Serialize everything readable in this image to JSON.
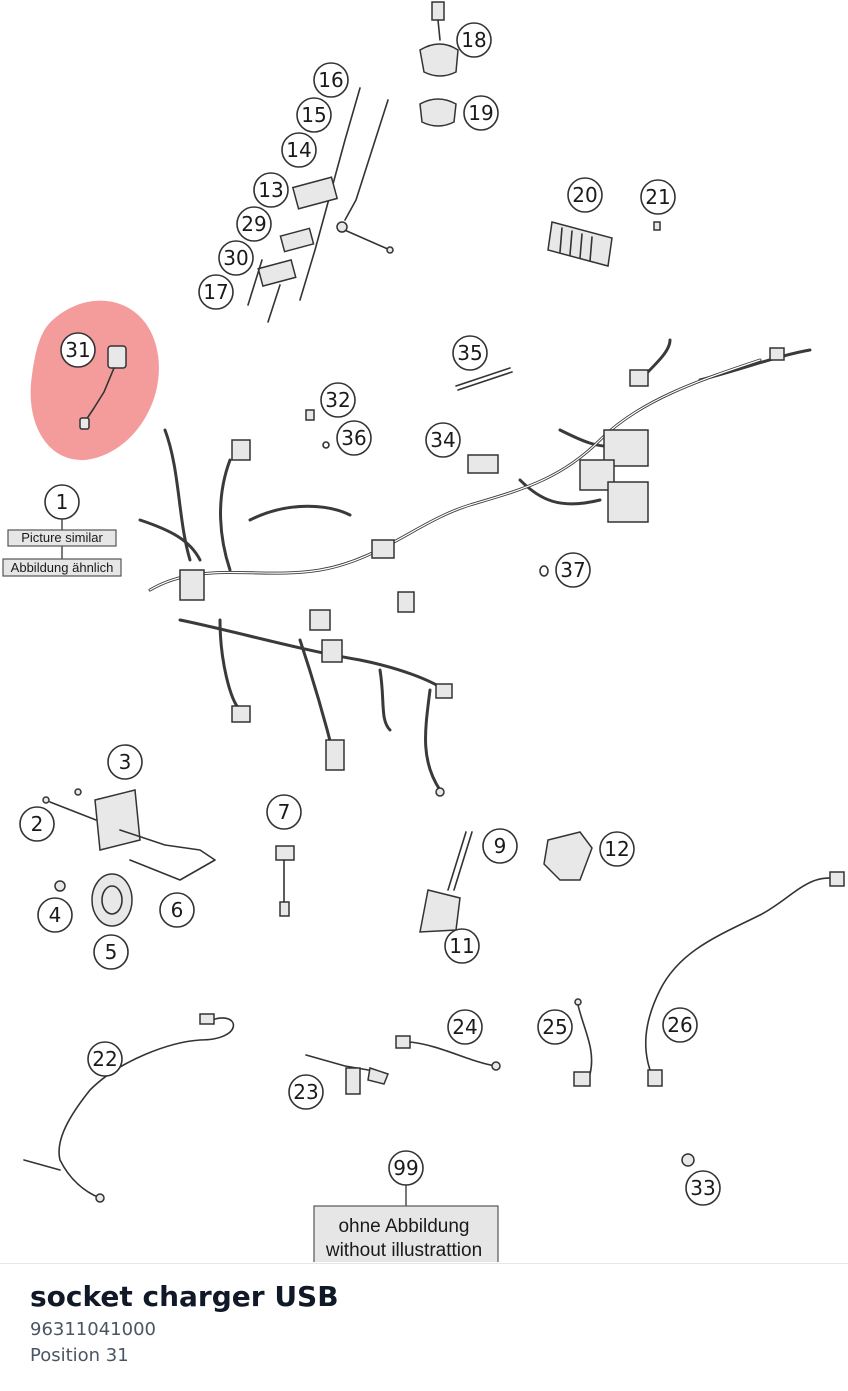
{
  "diagram": {
    "highlight_color": "#f28b8b",
    "callouts": {
      "c1": "1",
      "c2": "2",
      "c3": "3",
      "c4": "4",
      "c5": "5",
      "c6": "6",
      "c7": "7",
      "c9": "9",
      "c11": "11",
      "c12": "12",
      "c13": "13",
      "c14": "14",
      "c15": "15",
      "c16": "16",
      "c17": "17",
      "c18": "18",
      "c19": "19",
      "c20": "20",
      "c21": "21",
      "c22": "22",
      "c23": "23",
      "c24": "24",
      "c25": "25",
      "c26": "26",
      "c29": "29",
      "c30": "30",
      "c31": "31",
      "c32": "32",
      "c33": "33",
      "c34": "34",
      "c35": "35",
      "c36": "36",
      "c37": "37",
      "c99": "99"
    },
    "notes": {
      "picture_similar": "Picture similar",
      "abbildung_aehnlich": "Abbildung ähnlich",
      "ohne_abbildung": "ohne Abbildung",
      "without_illustration": "without illustrattion"
    }
  },
  "part": {
    "title": "socket charger USB",
    "number": "96311041000",
    "position": "Position 31"
  }
}
